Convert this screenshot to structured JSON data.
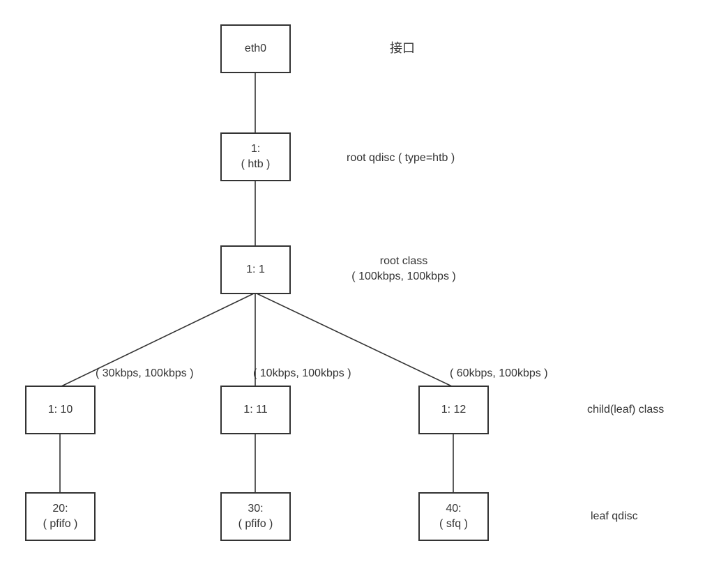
{
  "diagram": {
    "title_meaning": "HTB traffic-control qdisc hierarchy",
    "nodes": {
      "eth0": {
        "label": "eth0"
      },
      "root_qdisc": {
        "line1": "1:",
        "line2": "( htb )"
      },
      "root_class": {
        "label": "1: 1"
      },
      "child_10": {
        "label": "1: 10"
      },
      "child_11": {
        "label": "1: 11"
      },
      "child_12": {
        "label": "1: 12"
      },
      "leaf_20": {
        "line1": "20:",
        "line2": "( pfifo )"
      },
      "leaf_30": {
        "line1": "30:",
        "line2": "( pfifo )"
      },
      "leaf_40": {
        "line1": "40:",
        "line2": "( sfq )"
      }
    },
    "side_labels": {
      "interface": "接口",
      "root_qdisc": "root qdisc ( type=htb )",
      "root_class_line1": "root class",
      "root_class_line2": "( 100kbps, 100kbps )",
      "child_class": "child(leaf) class",
      "leaf_qdisc": "leaf qdisc"
    },
    "edge_labels": {
      "left": "( 30kbps, 100kbps )",
      "middle": "( 10kbps, 100kbps )",
      "right": "( 60kbps, 100kbps )"
    },
    "colors": {
      "line": "#333333",
      "text": "#333333",
      "background": "#ffffff"
    }
  }
}
